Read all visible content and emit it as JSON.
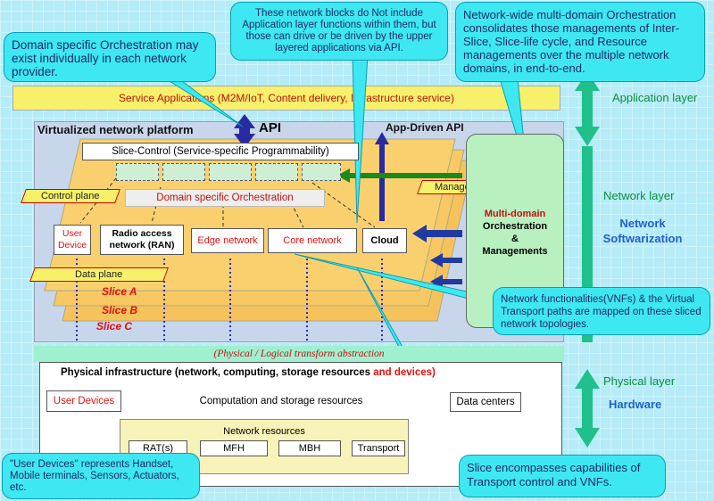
{
  "callouts": {
    "domain_orch": "Domain specific Orchestration may exist individually in each network provider.",
    "blocks": "These network blocks do Not include Application layer functions within them, but those can drive or be driven by the upper layered applications via API.",
    "multidomain": "Network-wide multi-domain Orchestration consolidates those managements of Inter-Slice,  Slice-life cycle, and Resource managements over the multiple network domains, in end-to-end.",
    "vnf": "Network functionalities(VNFs) & the Virtual Transport paths are mapped on these sliced network topologies.",
    "user_devices": "\"User Devices\" represents  Handset, Mobile terminals, Sensors, Actuators, etc.",
    "slice": "Slice encompasses capabilities of Transport control and VNFs."
  },
  "service_bar": "Service Applications (M2M/IoT, Content delivery, Infrastructure service)",
  "platform_title": "Virtualized network platform",
  "api_label": "API",
  "app_api_label": "App-Driven API",
  "slice_control": "Slice-Control (Service-specific Programmability)",
  "control_plane": "Control plane",
  "domain_orch_box": "Domain specific Orchestration",
  "management_plane": "Management plane",
  "data_plane": "Data  plane",
  "nodes": {
    "user_device": "User Device",
    "ran": "Radio access network (RAN)",
    "edge": "Edge network",
    "core": "Core network",
    "cloud": "Cloud"
  },
  "slices": [
    "Slice A",
    "Slice B",
    "Slice C"
  ],
  "multidomain_box": {
    "line1": "Multi-domain",
    "line2": "Orchestration",
    "line3": "&",
    "line4": "Managements"
  },
  "abstraction": "(Physical / Logical transform abstraction",
  "phys_title": "Physical infrastructure (network, computing, storage resources",
  "phys_title_red": "and devices)",
  "phys_user_devices": "User Devices",
  "comp_storage": "Computation and storage resources",
  "data_centers": "Data centers",
  "network_resources": "Network resources",
  "resources": [
    "RAT(s)",
    "MFH",
    "MBH",
    "Transport"
  ],
  "layers": {
    "application": "Application layer",
    "network": "Network layer",
    "physical": "Physical layer",
    "softwarization": "Network Softwarization",
    "hardware": "Hardware"
  }
}
